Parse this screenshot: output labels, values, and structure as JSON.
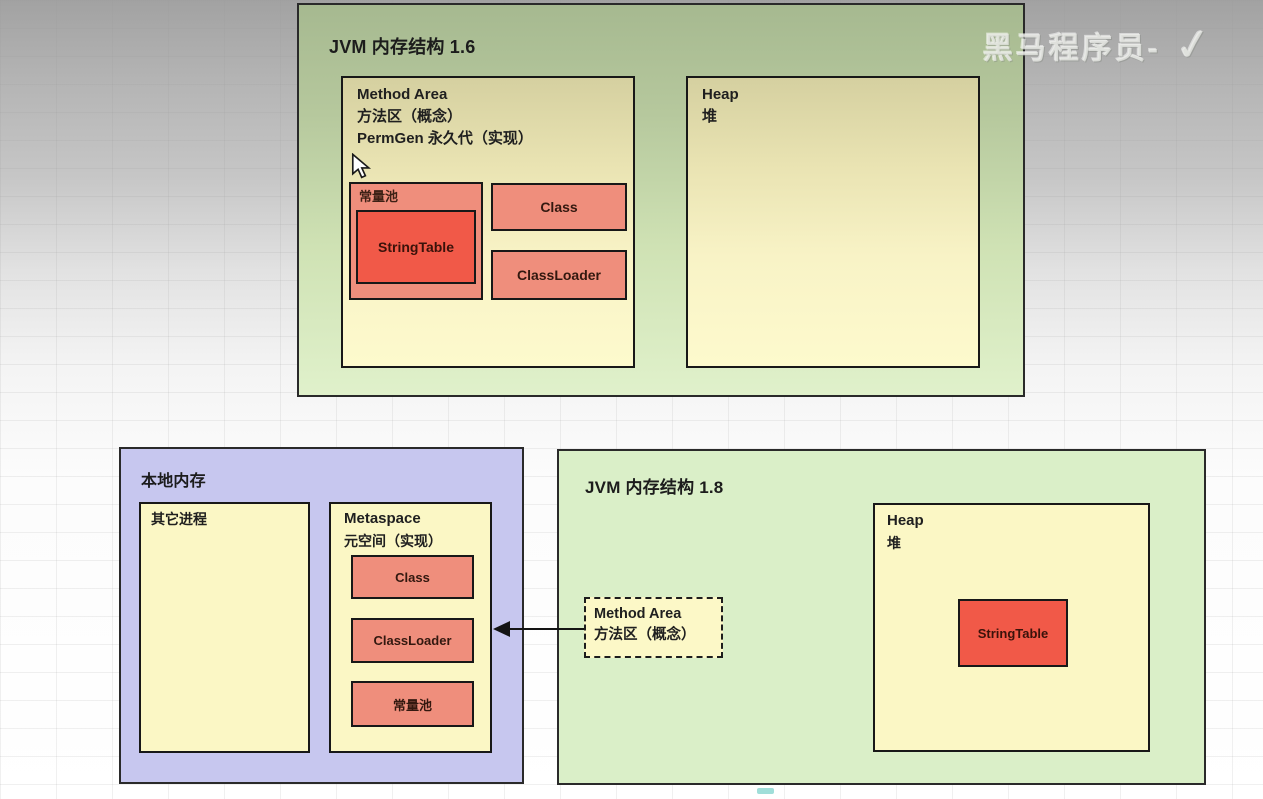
{
  "watermark": {
    "text": "黑马程序员-",
    "logo": "✓"
  },
  "jvm16": {
    "title": "JVM 内存结构 1.6",
    "method_area": {
      "title": "Method Area",
      "subtitle": "方法区（概念）",
      "impl": "PermGen 永久代（实现）"
    },
    "constant_pool": {
      "label": "常量池",
      "string_table": "StringTable"
    },
    "class_label": "Class",
    "classloader_label": "ClassLoader",
    "heap": {
      "title": "Heap",
      "subtitle": "堆"
    }
  },
  "native_memory": {
    "title": "本地内存",
    "other_process": "其它进程",
    "metaspace": {
      "title": "Metaspace",
      "subtitle": "元空间（实现）",
      "items": [
        "Class",
        "ClassLoader",
        "常量池"
      ]
    }
  },
  "jvm18": {
    "title": "JVM 内存结构 1.8",
    "method_area": {
      "title": "Method Area",
      "subtitle": "方法区（概念）"
    },
    "heap": {
      "title": "Heap",
      "subtitle": "堆",
      "string_table": "StringTable"
    }
  },
  "colors": {
    "panel16_top": "#a6b990",
    "panel16_bottom": "#e0f1cb",
    "panel18_bg": "#daefc8",
    "native_bg": "#c7c7ef",
    "yellow_box": "#fbf7c5",
    "yellow_grad_top": "#d5d0a0",
    "salmon": "#ef8e7c",
    "red": "#f15948",
    "border": "#181818"
  }
}
